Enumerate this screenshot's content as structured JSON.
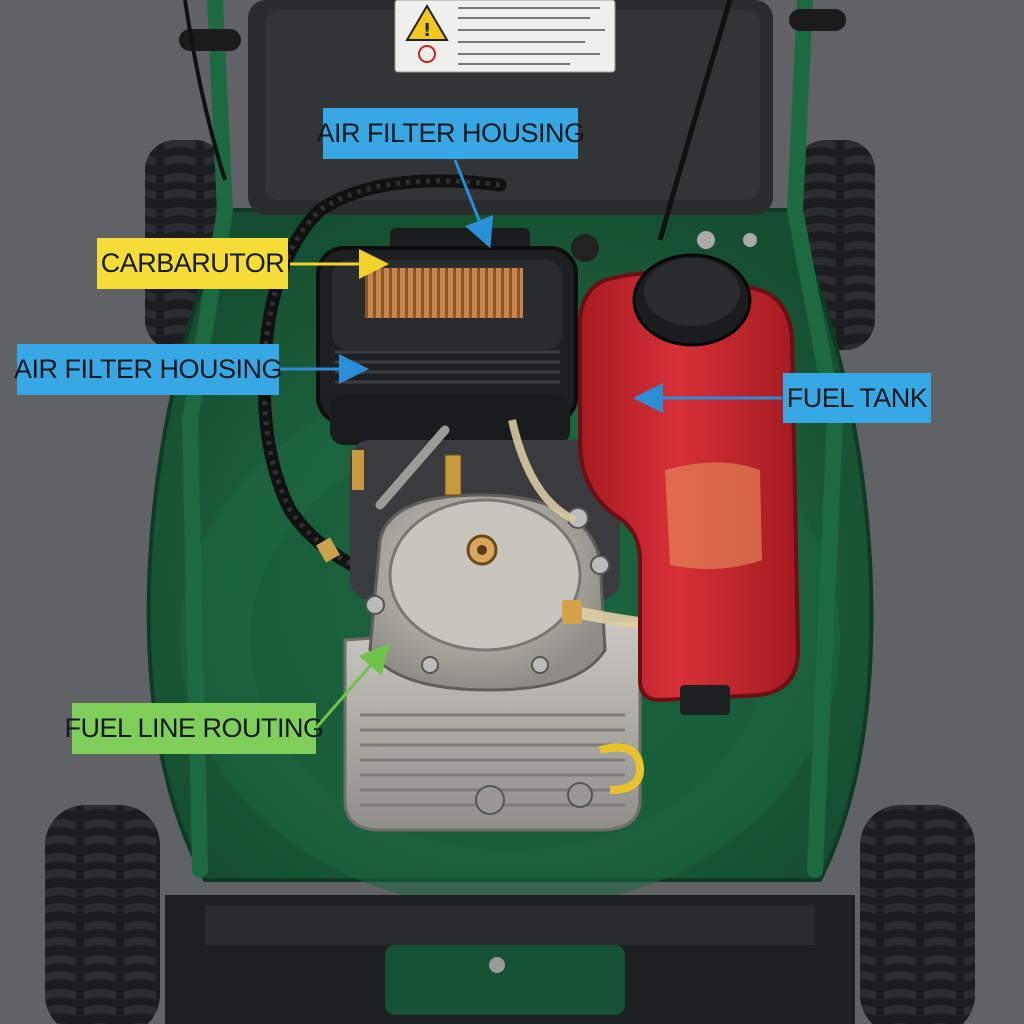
{
  "colors": {
    "label_blue": "#37a8e3",
    "label_yellow": "#f5dd38",
    "label_green": "#7fcf5a",
    "arrow_blue": "#2a8fd6",
    "arrow_yellow": "#f0d22a",
    "arrow_green": "#6fc24a",
    "mower_deck": "#1f6b43",
    "fuel_tank": "#c9242c",
    "engine_metal": "#b9b8b2",
    "asphalt": "#5d5f62"
  },
  "labels": {
    "air_filter_top": "AIR FILTER HOUSING",
    "carburetor": "CARBARUTOR",
    "air_filter_left": "AIR FILTER HOUSING",
    "fuel_tank": "FUEL TANK",
    "fuel_line": "FUEL LINE ROUTING"
  },
  "icons": {
    "warning": "warning-triangle-icon",
    "fuel_cap": "fuel-cap-icon"
  }
}
